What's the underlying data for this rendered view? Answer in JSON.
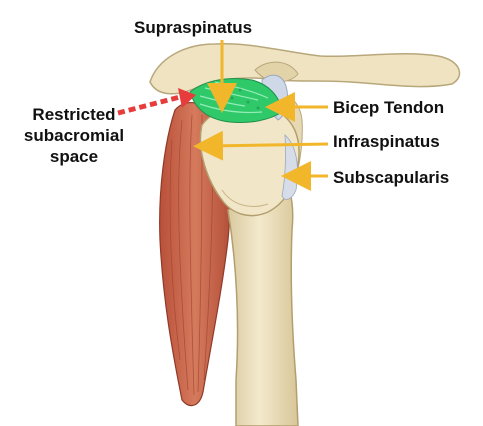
{
  "labels": {
    "supraspinatus": "Supraspinatus",
    "bicep_tendon": "Bicep Tendon",
    "infraspinatus": "Infraspinatus",
    "subscapularis": "Subscapularis",
    "restricted_line1": "Restricted",
    "restricted_line2": "subacromial",
    "restricted_line3": "space"
  },
  "colors": {
    "arrow": "#f2b62a",
    "restricted_arrow": "#e63c3c",
    "supraspinatus_muscle": "#2fc96a",
    "bone": "#efe3c2",
    "muscle": "#c9664a"
  }
}
